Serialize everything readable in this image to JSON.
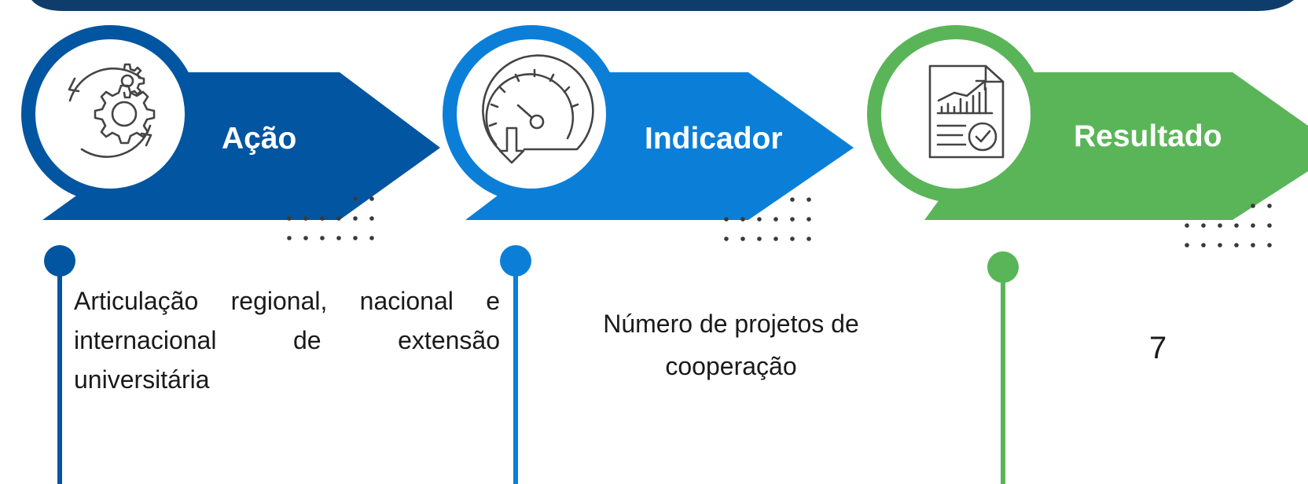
{
  "steps": [
    {
      "id": "acao",
      "label": "Ação",
      "icon": "gear-cycle-icon",
      "color": "#0255a0",
      "text": "Articulação regional, nacional e internacional de extensão universitária"
    },
    {
      "id": "indicador",
      "label": "Indicador",
      "icon": "speedometer-icon",
      "color": "#0b7fd8",
      "text": "Número de projetos de cooperação"
    },
    {
      "id": "resultado",
      "label": "Resultado",
      "icon": "report-document-icon",
      "color": "#5ab558",
      "text": "7"
    }
  ],
  "colors": {
    "top_bar": "#0e3d6b",
    "dots": "#3a3a3a",
    "icon_stroke": "#444444",
    "circle_fill": "#ffffff"
  }
}
